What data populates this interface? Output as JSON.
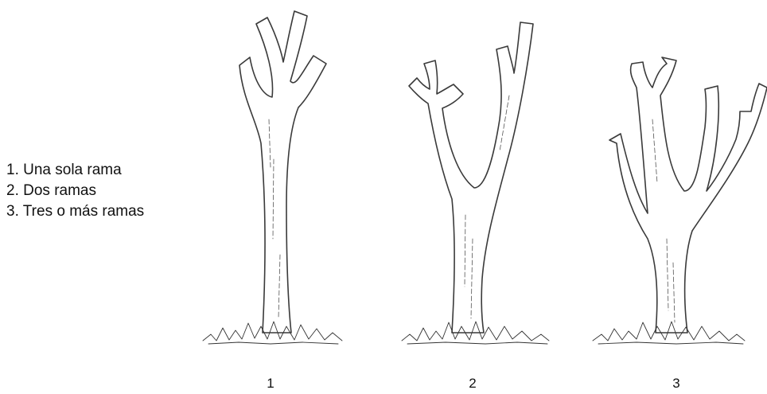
{
  "legend": {
    "items": [
      "1. Una sola rama",
      "2. Dos ramas",
      "3. Tres o más ramas"
    ]
  },
  "trees": [
    {
      "label": "1"
    },
    {
      "label": "2"
    },
    {
      "label": "3"
    }
  ],
  "colors": {
    "line": "#3a3a3a",
    "background": "#ffffff"
  }
}
